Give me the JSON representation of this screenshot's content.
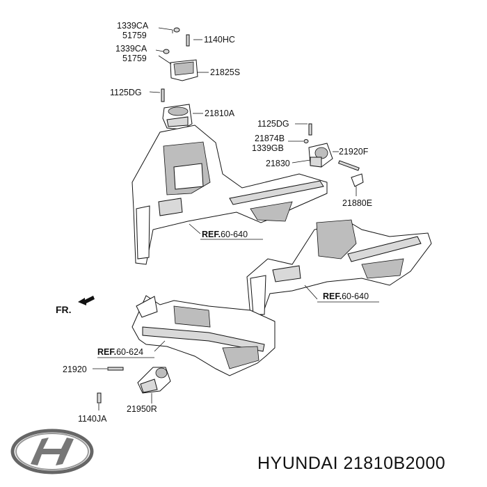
{
  "diagram": {
    "labels": {
      "p1339CA_a": "1339CA",
      "p51759_a": "51759",
      "p1140HC": "1140HC",
      "p1339CA_b": "1339CA",
      "p51759_b": "51759",
      "p21825S": "21825S",
      "p1125DG_a": "1125DG",
      "p21810A": "21810A",
      "p1125DG_b": "1125DG",
      "p21874B": "21874B",
      "p1339GB": "1339GB",
      "p21920F": "21920F",
      "p21830": "21830",
      "p21880E": "21880E",
      "ref_prefix": "REF.",
      "ref_a": "60-640",
      "ref_b": "60-640",
      "ref_c": "60-624",
      "fr": "FR.",
      "p21920": "21920",
      "p21950R": "21950R",
      "p1140JA": "1140JA"
    }
  },
  "footer": {
    "brand_text": "HYUNDAI 21810B2000",
    "logo_icon": "hyundai-logo-icon"
  }
}
